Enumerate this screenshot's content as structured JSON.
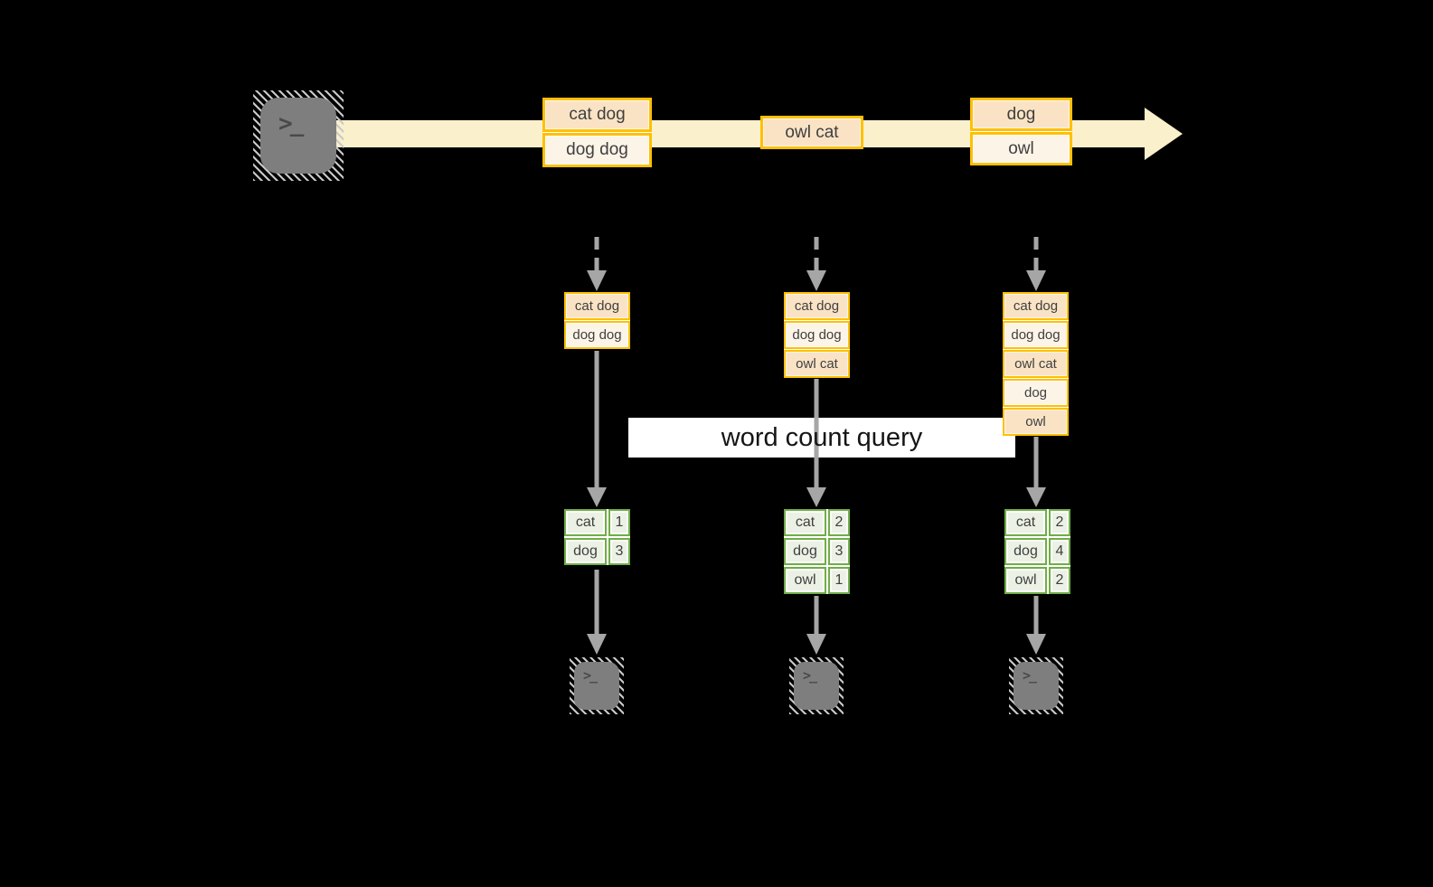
{
  "diagram": {
    "title_hint": "streaming word count",
    "query_label": "word count query",
    "stream": {
      "events": [
        {
          "lines": [
            "cat dog",
            "dog dog"
          ]
        },
        {
          "lines": [
            "owl cat"
          ]
        },
        {
          "lines": [
            "dog",
            "owl"
          ]
        }
      ]
    },
    "micro_batches": [
      {
        "input_lines": [
          "cat dog",
          "dog dog"
        ],
        "word_counts": [
          {
            "word": "cat",
            "count": "1"
          },
          {
            "word": "dog",
            "count": "3"
          }
        ]
      },
      {
        "input_lines": [
          "cat dog",
          "dog dog",
          "owl cat"
        ],
        "word_counts": [
          {
            "word": "cat",
            "count": "2"
          },
          {
            "word": "dog",
            "count": "3"
          },
          {
            "word": "owl",
            "count": "1"
          }
        ]
      },
      {
        "input_lines": [
          "cat dog",
          "dog dog",
          "owl cat",
          "dog",
          "owl"
        ],
        "word_counts": [
          {
            "word": "cat",
            "count": "2"
          },
          {
            "word": "dog",
            "count": "4"
          },
          {
            "word": "owl",
            "count": "2"
          }
        ]
      }
    ],
    "icons": {
      "source": "terminal-icon",
      "sinks": [
        "terminal-icon",
        "terminal-icon",
        "terminal-icon"
      ],
      "glyph": ">_"
    },
    "colors": {
      "gold_border": "#FFC000",
      "cell_peach": "#FAE3C5",
      "cell_cream": "#FDF4E8",
      "stream_band": "#FAF0CC",
      "green_border": "#70AD47",
      "green_fill": "#ECF1E5",
      "arrow_gray": "#A6A6A6",
      "text": "#3F3F3F"
    }
  }
}
